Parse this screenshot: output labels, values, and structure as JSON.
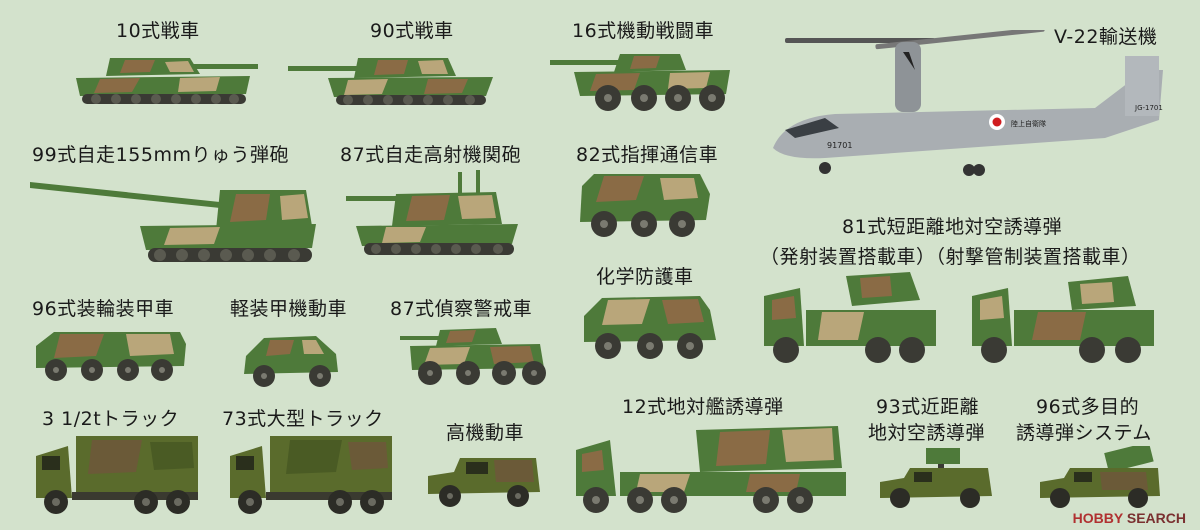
{
  "colors": {
    "background": "#d3e2cc",
    "camo_green": "#4e7a3a",
    "camo_brown": "#8a6b45",
    "camo_tan": "#b9a67a",
    "wheel": "#3a3a34",
    "osprey_gray": "#a9aeb2"
  },
  "labels": {
    "type10": "10式戦車",
    "type90": "90式戦車",
    "type16": "16式機動戦闘車",
    "v22": "V-22輸送機",
    "type99": "99式自走155mmりゅう弾砲",
    "type87aa": "87式自走高射機関砲",
    "type82": "82式指揮通信車",
    "type81_title": "81式短距離地対空誘導弾",
    "type81_sub": "（発射装置搭載車）（射撃管制装置搭載車）",
    "nbc": "化学防護車",
    "type96apc": "96式装輪装甲車",
    "lav": "軽装甲機動車",
    "type87recon": "87式偵察警戒車",
    "truck35": "3 1/2tトラック",
    "type73": "73式大型トラック",
    "hmv": "高機動車",
    "type12": "12式地対艦誘導弾",
    "type93_l1": "93式近距離",
    "type93_l2": "地対空誘導弾",
    "type96mp_l1": "96式多目的",
    "type96mp_l2": "誘導弾システム"
  },
  "markings": {
    "v22_tail_code": "JG-1701",
    "v22_serial": "91701",
    "v22_side_text": "陸上自衛隊"
  },
  "watermark": {
    "brand": "HOBBY",
    "text": "SEARCH"
  }
}
